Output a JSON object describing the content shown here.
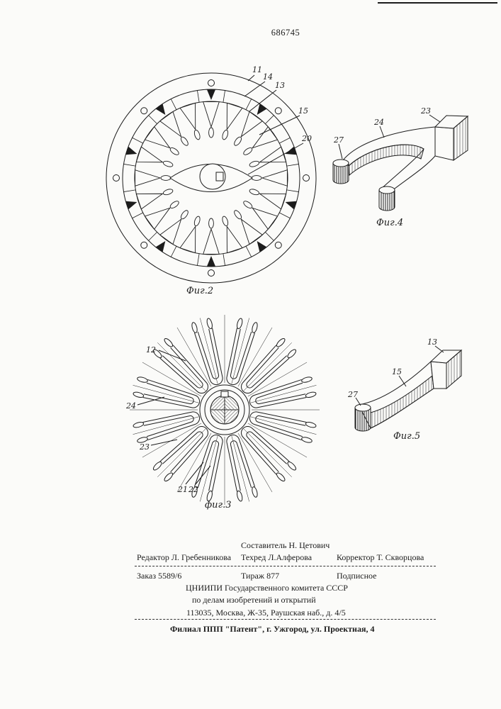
{
  "document": {
    "patent_number": "686745"
  },
  "figures": {
    "fig2": {
      "caption": "Фиг.2",
      "labels": {
        "n11": "11",
        "n14": "14",
        "n13": "13",
        "n15": "15",
        "n20": "20"
      }
    },
    "fig4": {
      "caption": "Фиг.4",
      "labels": {
        "n27": "27",
        "n24": "24",
        "n23": "23"
      }
    },
    "fig3": {
      "caption": "фиг.3",
      "labels": {
        "n12": "12",
        "n24": "24",
        "n23": "23",
        "n21": "21",
        "n22": "22"
      }
    },
    "fig5": {
      "caption": "Фиг.5",
      "labels": {
        "n13": "13",
        "n15": "15",
        "n27": "27"
      }
    }
  },
  "imprint": {
    "compiler": "Составитель Н. Цетович",
    "editor": "Редактор Л. Гребенникова",
    "tech_editor": "Техред Л.Алферова",
    "proofreader": "Корректор Т. Скворцова",
    "order": "Заказ 5589/6",
    "circulation": "Тираж 877",
    "subscription": "Подписное",
    "org_line1": "ЦНИИПИ Государственного комитета СССР",
    "org_line2": "по делам изобретений и открытий",
    "address": "113035, Москва, Ж-35, Раушская наб., д. 4/5",
    "branch": "Филиал ППП \"Патент\", г. Ужгород, ул. Проектная, 4"
  }
}
